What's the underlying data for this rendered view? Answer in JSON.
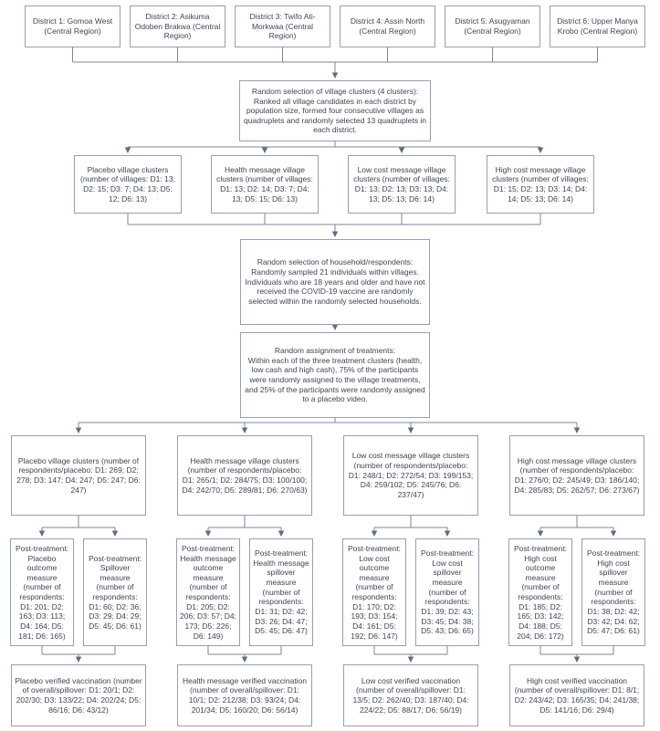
{
  "palette": {
    "box_border": "#98a0ae",
    "connector_line": "#7c8598",
    "arrowhead": "#636d7f",
    "text": "#3f4553",
    "background": "#ffffff"
  },
  "flow": {
    "districts": [
      "District 1: Gomoa West (Central Region)",
      "District 2: Asikuma Odoben Brakwa (Central Region)",
      "District 3: Twifo Ati-Morkwaa (Central Region)",
      "District 4: Assin North (Central Region)",
      "District 5: Asugyaman (Central Region)",
      "District 6: Upper Manya Krobo (Central Region)"
    ],
    "village_cluster_selection": "Random selection of village clusters (4 clusters):\nRanked all village candidates in each district by population size, formed four consecutive villages as quadruplets and randomly selected 13 quadruplets in each district.",
    "cluster_boxes": [
      "Placebo village clusters (number of villages: D1: 13; D2: 15; D3: 7; D4: 13; D5: 12; D6: 13)",
      "Health message village clusters (number of villages: D1: 13; D2: 14; D3: 7; D4: 13; D5: 15; D6: 13)",
      "Low cost message village clusters (number of villages: D1: 13; D2: 13; D3: 13; D4: 13; D5: 13; D6: 14)",
      "High cost message village clusters (number of villages: D1: 15; D2: 13; D3: 14; D4: 14; D5: 13; D6: 14)"
    ],
    "household_selection": "Random selection of household/respondents:\nRandomly sampled 21 individuals within villages. Individuals who are 18 years and older and have not received the COVID-19 vaccine are randomly selected within the randomly selected households.",
    "treatment_assignment": "Random assignment of treatments:\nWithin each of the three treatment clusters (health, low cash and high cash), 75% of the participants were randomly assigned to the village treatments, and 25% of the participants were randomly assigned to a placebo video.",
    "arm_boxes": [
      "Placebo village clusters (number of respondents/placebo: D1: 269; D2: 278; D3: 147; D4: 247; D5: 247; D6: 247)",
      "Health message village clusters (number of respondents/placebo: D1: 265/1; D2: 284/75; D3: 100/100; D4: 242/70; D5: 289/81; D6: 270/63)",
      "Low cost message village clusters (number of respondents/placebo: D1: 248/1; D2: 272/54; D3: 199/153; D4: 259/102; D5: 245/76; D6: 237/47)",
      "High cost message village clusters (number of respondents/placebo: D1: 276/0; D2: 245/49; D3: 186/140; D4: 285/83; D5: 262/57; D6: 273/67)"
    ],
    "post_treatment_boxes": [
      "Post-treatment: Placebo outcome measure (number of respondents: D1: 201; D2: 163; D3: 113; D4: 164; D5: 181; D6: 165)",
      "Post-treatment: Spillover measure (number of respondents: D1: 60; D2: 36; D3: 29; D4: 29; D5: 45; D6: 61)",
      "Post-treatment: Health message outcome measure (number of respondents: D1: 205; D2: 206; D3: 57; D4: 173; D5: 226; D6: 149)",
      "Post-treatment: Health message spillover measure (number of respondents: D1: 31; D2: 42; D3: 26; D4: 47; D5: 45; D6: 47)",
      "Post-treatment: Low cost outcome measure (number of respondents: D1: 170; D2: 193; D3: 154; D4: 161; D5: 192; D6: 147)",
      "Post-treatment: Low cost spillover measure (number of respondents: D1: 39; D2: 43; D3: 45; D4: 38; D5: 43; D6: 65)",
      "Post-treatment: High cost outcome measure (number of respondents: D1: 185; D2: 165; D3: 142; D4: 188; D5: 204; D6: 172)",
      "Post-treatment: High cost spillover measure (number of respondents: D1: 38; D2: 42; D3: 42; D4: 62; D5: 47; D6: 61)"
    ],
    "verified_boxes": [
      "Placebo verified vaccination (number of overall/spillover: D1: 20/1; D2: 202/30; D3: 133/22; D4: 202/24; D5: 86/16; D6: 43/12)",
      "Health message verified vaccination (number of overall/spillover: D1: 10/1; D2: 212/38; D3: 93/24; D4: 201/34; D5: 160/20; D6: 56/14)",
      "Low cost verified vaccination (number of overall/spillover: D1: 13/5; D2: 262/40; D3: 187/40; D4: 224/22; D5: 88/17; D6: 56/19)",
      "High cost verified vaccination (number of overall/spillover: D1: 8/1; D2: 243/42; D3: 165/35; D4: 241/38; D5: 141/16; D6: 29/4)"
    ]
  }
}
